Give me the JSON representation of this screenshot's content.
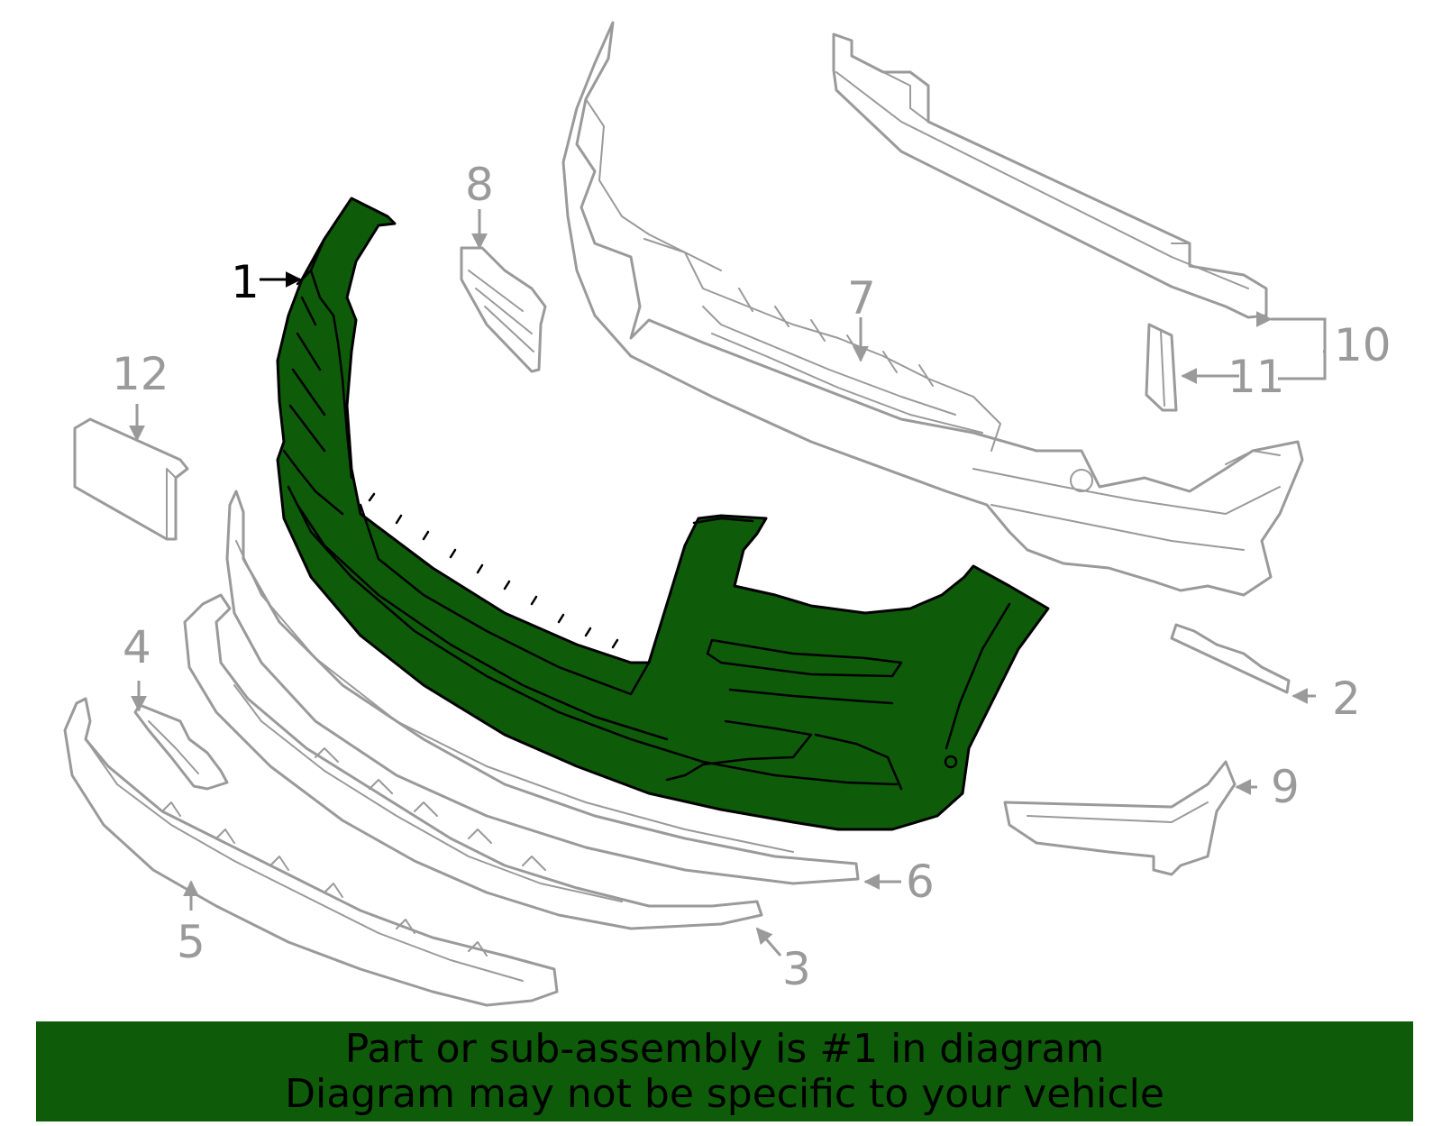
{
  "colors": {
    "highlight": "#0e5c0a",
    "outline": "#000000",
    "other_parts": "#9a9a9a"
  },
  "callouts": {
    "c1": "1",
    "c2": "2",
    "c3": "3",
    "c4": "4",
    "c5": "5",
    "c6": "6",
    "c7": "7",
    "c8": "8",
    "c9": "9",
    "c10": "10",
    "c11": "11",
    "c12": "12"
  },
  "banner": {
    "line1": "Part or sub-assembly is #1 in diagram",
    "line2": "Diagram may not be specific to your vehicle"
  }
}
